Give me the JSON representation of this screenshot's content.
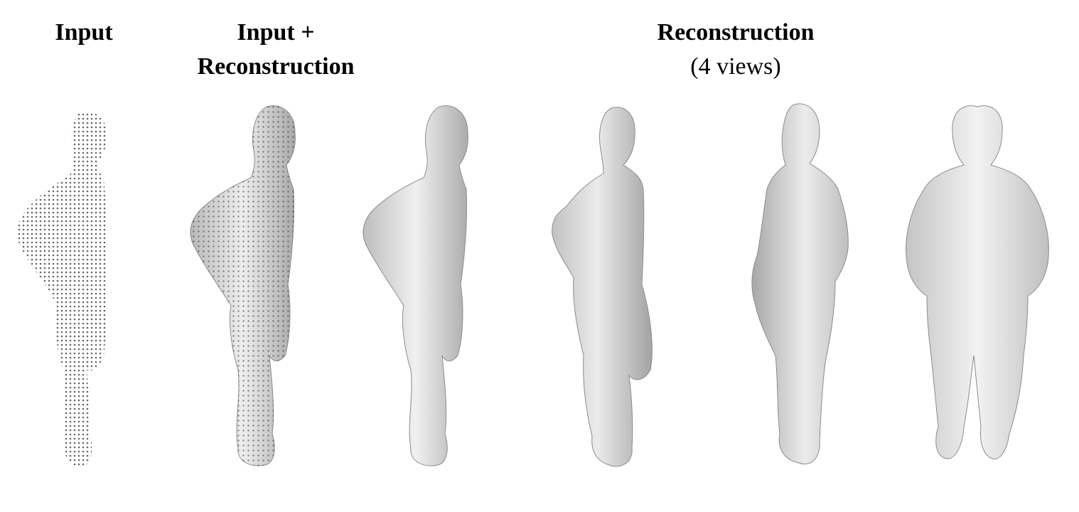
{
  "headers": {
    "input": "Input",
    "input_recon_line1": "Input +",
    "input_recon_line2": "Reconstruction",
    "recon_line1": "Reconstruction",
    "recon_line2": "(4 views)"
  },
  "figures": [
    {
      "name": "input-point-cloud",
      "style": "points",
      "pose": "side-right"
    },
    {
      "name": "input-plus-reconstruction",
      "style": "mesh-with-points",
      "pose": "side-right"
    },
    {
      "name": "reconstruction-view-1",
      "style": "mesh",
      "pose": "side-right"
    },
    {
      "name": "reconstruction-view-2",
      "style": "mesh",
      "pose": "back-right"
    },
    {
      "name": "reconstruction-view-3",
      "style": "mesh",
      "pose": "back-left"
    },
    {
      "name": "reconstruction-view-4",
      "style": "mesh",
      "pose": "front"
    }
  ],
  "colors": {
    "mesh_light": "#f2f2f2",
    "mesh_mid": "#d6d6d6",
    "mesh_dark": "#9a9a9a",
    "points": "#333333"
  }
}
